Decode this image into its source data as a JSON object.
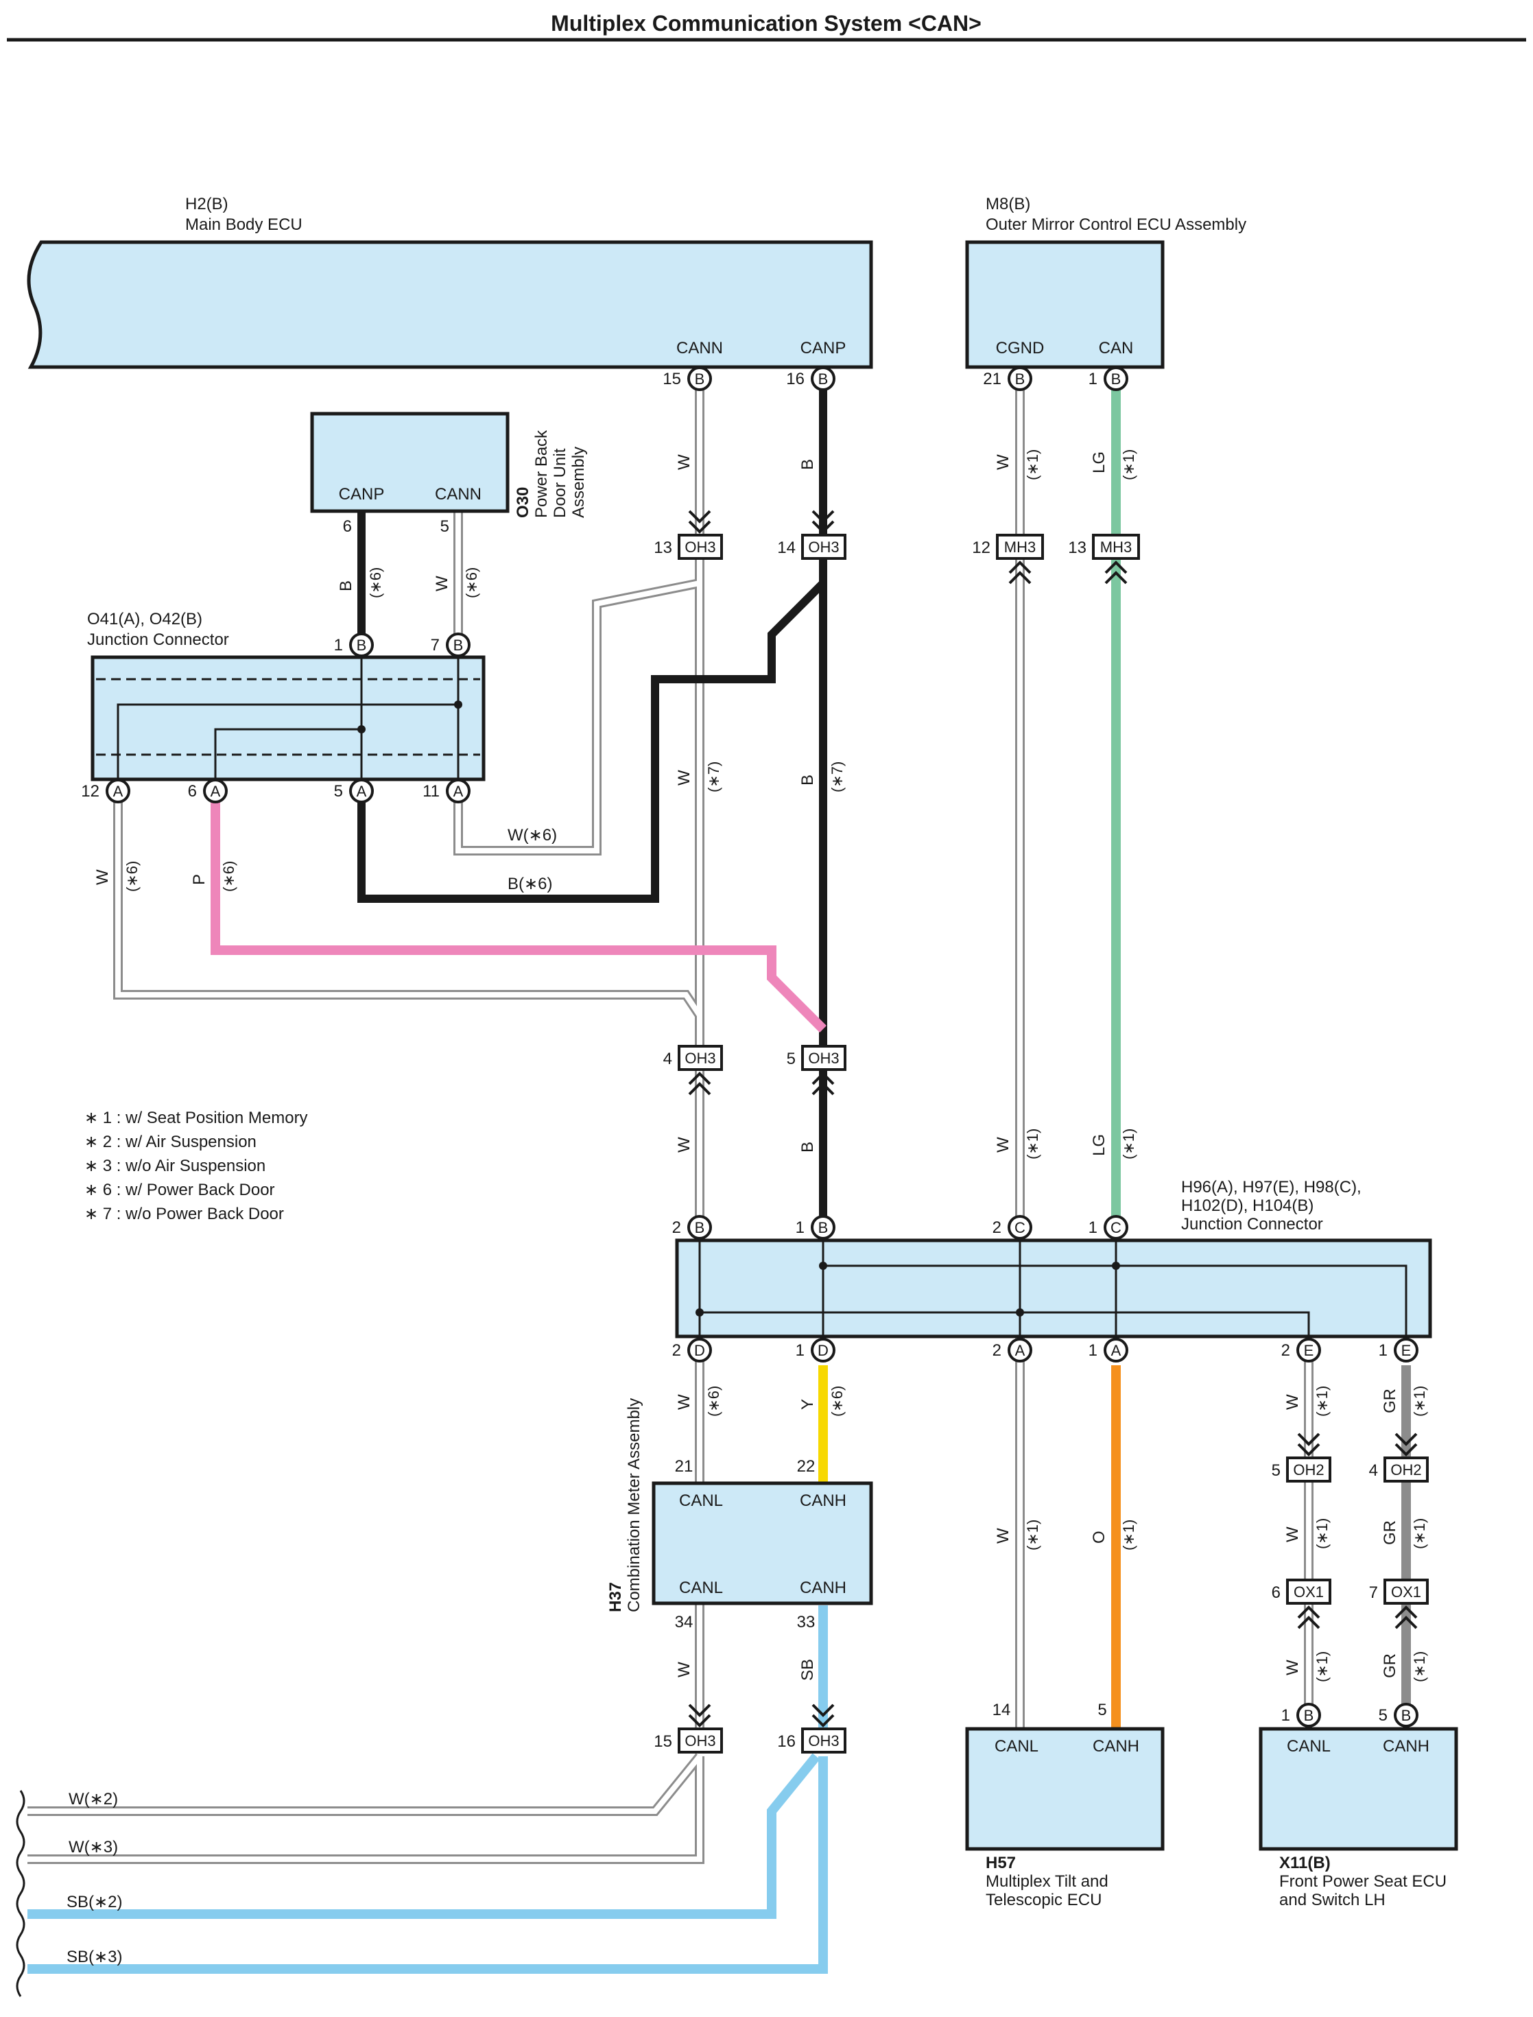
{
  "title": "Multiplex Communication System <CAN>",
  "components": {
    "h2": {
      "id": "H2(B)",
      "name": "Main Body ECU",
      "pins": [
        "CANN",
        "CANP"
      ],
      "pin_numbers": [
        "15",
        "16"
      ],
      "pin_letters": [
        "B",
        "B"
      ]
    },
    "m8": {
      "id": "M8(B)",
      "name": "Outer Mirror Control ECU Assembly",
      "pins": [
        "CGND",
        "CAN"
      ],
      "pin_numbers": [
        "21",
        "1"
      ],
      "pin_letters": [
        "B",
        "B"
      ]
    },
    "o30": {
      "id": "O30",
      "name_lines": [
        "Power Back",
        "Door Unit",
        "Assembly"
      ],
      "pins": [
        "CANP",
        "CANN"
      ],
      "pin_numbers": [
        "6",
        "5"
      ]
    },
    "jc1": {
      "id": "O41(A), O42(B)",
      "name": "Junction Connector",
      "top_pins": [
        {
          "num": "1",
          "letter": "B"
        },
        {
          "num": "7",
          "letter": "B"
        }
      ],
      "bottom_pins": [
        {
          "num": "12",
          "letter": "A"
        },
        {
          "num": "6",
          "letter": "A"
        },
        {
          "num": "5",
          "letter": "A"
        },
        {
          "num": "11",
          "letter": "A"
        }
      ]
    },
    "jc2": {
      "id_lines": [
        "H96(A), H97(E), H98(C),",
        "H102(D), H104(B)"
      ],
      "name": "Junction Connector",
      "top_pins": [
        {
          "num": "2",
          "letter": "B"
        },
        {
          "num": "1",
          "letter": "B"
        },
        {
          "num": "2",
          "letter": "C"
        },
        {
          "num": "1",
          "letter": "C"
        }
      ],
      "bottom_pins": [
        {
          "num": "2",
          "letter": "D"
        },
        {
          "num": "1",
          "letter": "D"
        },
        {
          "num": "2",
          "letter": "A"
        },
        {
          "num": "1",
          "letter": "A"
        },
        {
          "num": "2",
          "letter": "E"
        },
        {
          "num": "1",
          "letter": "E"
        }
      ]
    },
    "h37": {
      "id": "H37",
      "name": "Combination Meter Assembly",
      "pins_top": [
        "CANL",
        "CANH"
      ],
      "pins_bottom": [
        "CANL",
        "CANH"
      ],
      "pin_numbers_top": [
        "21",
        "22"
      ],
      "pin_numbers_bottom": [
        "34",
        "33"
      ]
    },
    "h57": {
      "id": "H57",
      "name_lines": [
        "Multiplex Tilt and",
        "Telescopic ECU"
      ],
      "pins": [
        "CANL",
        "CANH"
      ],
      "pin_numbers": [
        "14",
        "5"
      ]
    },
    "x11": {
      "id": "X11(B)",
      "name_lines": [
        "Front Power Seat ECU",
        "and Switch LH"
      ],
      "pins": [
        "CANL",
        "CANH"
      ],
      "pin_numbers": [
        "1",
        "5"
      ],
      "pin_letters": [
        "B",
        "B"
      ]
    }
  },
  "connectors": [
    {
      "num": "13",
      "name": "OH3"
    },
    {
      "num": "14",
      "name": "OH3"
    },
    {
      "num": "12",
      "name": "MH3"
    },
    {
      "num": "13",
      "name": "MH3"
    },
    {
      "num": "4",
      "name": "OH3"
    },
    {
      "num": "5",
      "name": "OH3"
    },
    {
      "num": "5",
      "name": "OH2"
    },
    {
      "num": "4",
      "name": "OH2"
    },
    {
      "num": "6",
      "name": "OX1"
    },
    {
      "num": "7",
      "name": "OX1"
    },
    {
      "num": "15",
      "name": "OH3"
    },
    {
      "num": "16",
      "name": "OH3"
    }
  ],
  "wire_labels": {
    "w": "W",
    "b": "B",
    "lg": "LG",
    "p": "P",
    "y": "Y",
    "o": "O",
    "gr": "GR",
    "sb": "SB",
    "opt1": "(∗1)",
    "opt6": "(∗6)",
    "opt7": "(∗7)",
    "w6": "W(∗6)",
    "b6": "B(∗6)"
  },
  "bottom_wires": [
    "W(∗2)",
    "W(∗3)",
    "SB(∗2)",
    "SB(∗3)"
  ],
  "notes": [
    "∗ 1 : w/ Seat Position Memory",
    "∗ 2 : w/ Air Suspension",
    "∗ 3 : w/o Air Suspension",
    "∗ 6 : w/ Power Back Door",
    "∗ 7 : w/o Power Back Door"
  ],
  "colors": {
    "box_fill": "#cde9f7",
    "black": "#1a1a1a",
    "white_wire": "#ffffff",
    "green": "#7cc7a0",
    "pink": "#ee86ba",
    "yellow": "#f7d800",
    "orange": "#f5901e",
    "gray": "#8c8c8c",
    "sky": "#86ccee"
  }
}
